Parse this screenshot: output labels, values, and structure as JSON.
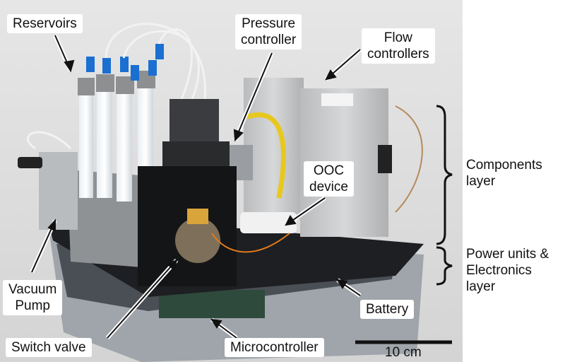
{
  "labels": {
    "reservoirs": "Reservoirs",
    "pressure_controller": "Pressure\ncontroller",
    "flow_controllers": "Flow\ncontrollers",
    "ooc_device": "OOC\ndevice",
    "components_layer": "Components\nlayer",
    "power_electronics_layer": "Power units &\nElectronics\nlayer",
    "vacuum_pump": "Vacuum\nPump",
    "battery": "Battery",
    "switch_valve": "Switch valve",
    "microcontroller": "Microcontroller",
    "scale_bar": "10 cm"
  },
  "colors": {
    "tube_cap_blue": "#1a6fd1",
    "tubing_yellow": "#e8c81e",
    "wire_orange": "#e07a1f",
    "controller_gray": "#c9cbcd"
  }
}
